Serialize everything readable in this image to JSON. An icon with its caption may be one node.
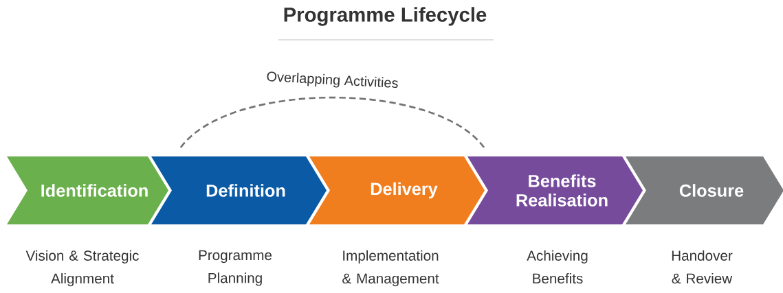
{
  "diagram": {
    "title": "Programme Lifecycle",
    "nodes": [
      {
        "text": [
          "Identification"
        ],
        "beside": [
          "Vision & Strategic Alignment"
        ]
      },
      {
        "text": [
          "Definition"
        ],
        "beside": [
          "Programme Planning"
        ]
      },
      {
        "text": [
          "Delivery"
        ],
        "beside": [
          "Implementation & Management"
        ]
      },
      {
        "text": [
          "Benefits Realisation"
        ],
        "beside": [
          "Achieving Benefits"
        ]
      },
      {
        "text": [
          "Closure"
        ],
        "beside": [
          "Handover & Review"
        ]
      }
    ],
    "edges": [
      {
        "from": 1,
        "to": 3,
        "arrow": "none",
        "style": "dashed",
        "label": "Overlapping Activities"
      }
    ]
  }
}
